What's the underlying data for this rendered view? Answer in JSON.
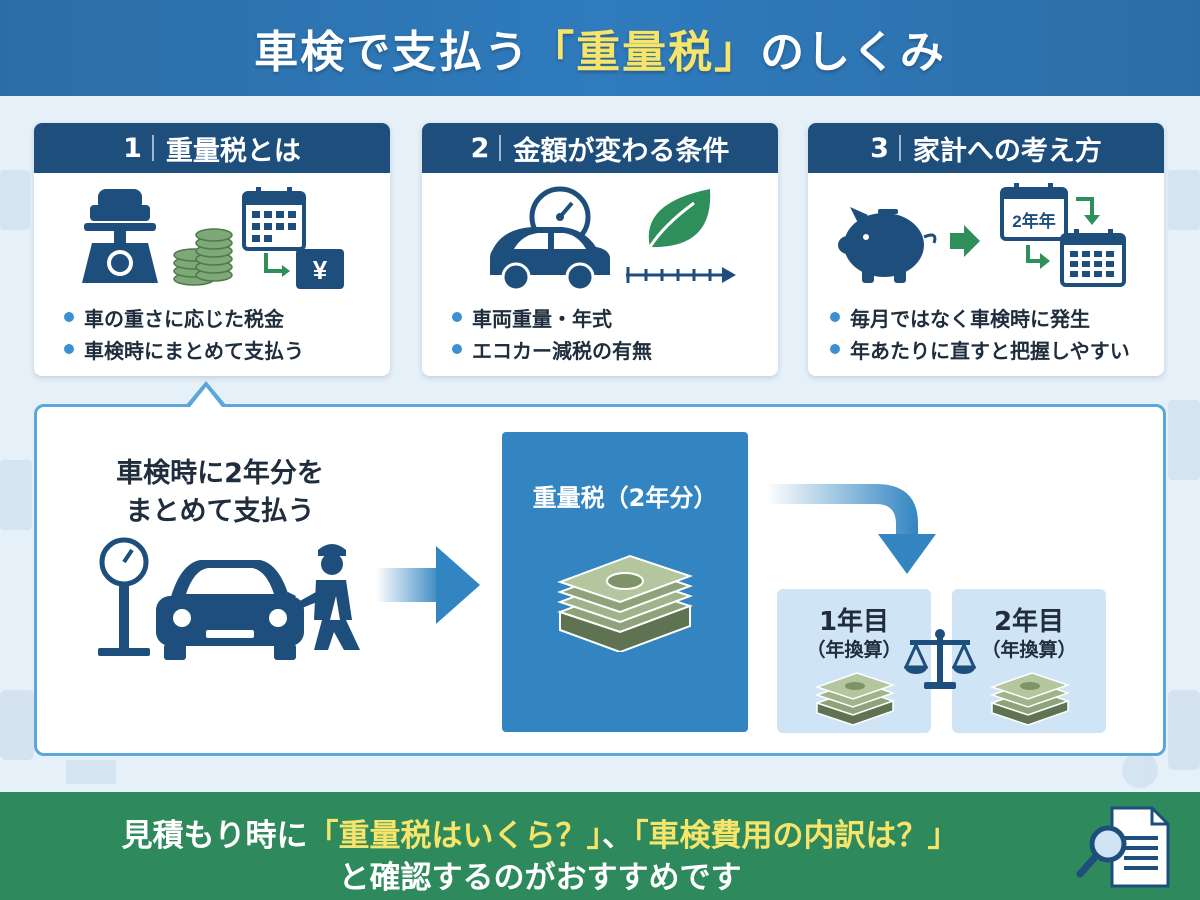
{
  "header": {
    "title_prefix": "車検で支払う",
    "title_highlight": "「重量税」",
    "title_suffix": "のしくみ"
  },
  "cards": [
    {
      "number": "1",
      "title": "重量税とは",
      "bullets": [
        "車の重さに応じた税金",
        "車検時にまとめて支払う"
      ],
      "icons": [
        "car-on-scale-icon",
        "coin-stack-icon",
        "calendar-yen-icon"
      ],
      "yen_symbol": "¥"
    },
    {
      "number": "2",
      "title": "金額が変わる条件",
      "bullets": [
        "車両重量・年式",
        "エコカー減税の有無"
      ],
      "icons": [
        "car-gauge-icon",
        "leaf-icon",
        "timeline-arrow-icon"
      ]
    },
    {
      "number": "3",
      "title": "家計への考え方",
      "bullets": [
        "毎月ではなく車検時に発生",
        "年あたりに直すと把握しやすい"
      ],
      "icons": [
        "piggy-bank-icon",
        "arrow-right-icon",
        "calendar-2year-icon",
        "calendar-monthly-icon"
      ],
      "calendar_label": "2年年"
    }
  ],
  "main": {
    "pay_line1": "車検時に2年分を",
    "pay_line2": "まとめて支払う",
    "tax_label": "重量税（2年分）",
    "years": [
      {
        "title": "1年目",
        "sub": "（年換算）"
      },
      {
        "title": "2年目",
        "sub": "（年換算）"
      }
    ],
    "icons": [
      "scale-gauge-icon",
      "car-front-icon",
      "mechanic-icon",
      "arrow-right-icon",
      "money-stack-icon",
      "curved-arrow-icon",
      "balance-scale-icon"
    ]
  },
  "footer": {
    "line1_prefix": "見積もり時に",
    "line1_q1": "「重量税はいくら？」",
    "line1_mid": "、",
    "line1_q2": "「車検費用の内訳は？」",
    "line2": "と確認するのがおすすめです",
    "icon": "document-search-icon"
  },
  "colors": {
    "header_blue": "#2b6ea7",
    "card_head_navy": "#1e4f7c",
    "accent_blue": "#3385c1",
    "highlight_yellow": "#f6e56a",
    "footer_green": "#2e8a5c",
    "leaf_green": "#2f8f5a"
  }
}
